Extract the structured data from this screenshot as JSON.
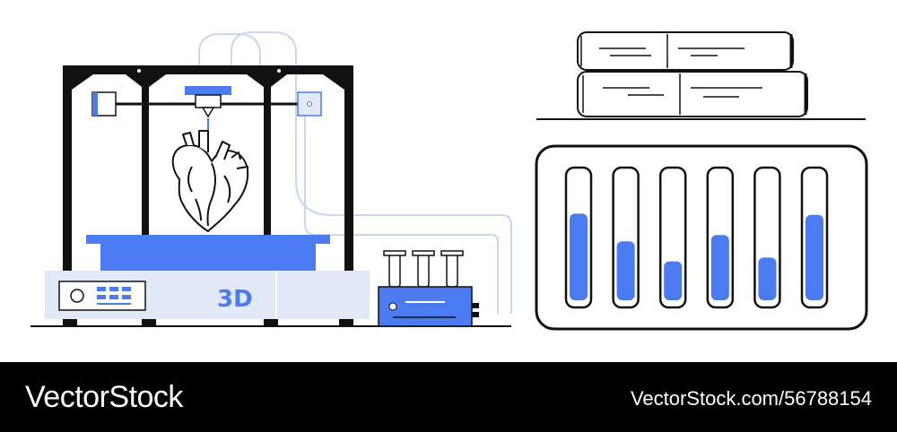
{
  "printer": {
    "label": "3D"
  },
  "chart_data": {
    "type": "bar",
    "categories": [],
    "values": [
      0.69,
      0.47,
      0.31,
      0.52,
      0.34,
      0.68
    ],
    "title": "",
    "xlabel": "",
    "ylabel": "",
    "ylim": [
      0,
      1
    ]
  },
  "footer": {
    "logo": "VectorStock",
    "image_id": "VectorStock.com/56788154"
  },
  "colors": {
    "accent": "#4a7bf0",
    "light_fill": "#e1e9f8",
    "cable": "#c9d7ef",
    "stroke": "#111111",
    "footer_bg": "#000000"
  }
}
